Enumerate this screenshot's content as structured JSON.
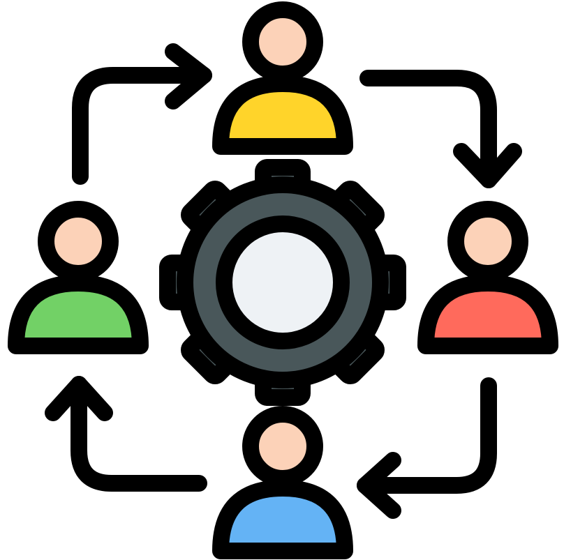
{
  "icon": {
    "name": "teamwork-cycle-icon",
    "colors": {
      "outline": "#000000",
      "skin": "#fcd2b8",
      "gear_body": "#49575a",
      "gear_center": "#eef2f5",
      "person_top": "#ffd42a",
      "person_right": "#ff6a5c",
      "person_bottom": "#64b3f5",
      "person_left": "#72d166",
      "background": "#ffffff"
    },
    "people": [
      {
        "position": "top",
        "color": "person_top"
      },
      {
        "position": "right",
        "color": "person_right"
      },
      {
        "position": "bottom",
        "color": "person_bottom"
      },
      {
        "position": "left",
        "color": "person_left"
      }
    ],
    "arrows": [
      {
        "from": "left",
        "to": "top"
      },
      {
        "from": "top",
        "to": "right"
      },
      {
        "from": "right",
        "to": "bottom"
      },
      {
        "from": "bottom",
        "to": "left"
      }
    ]
  }
}
